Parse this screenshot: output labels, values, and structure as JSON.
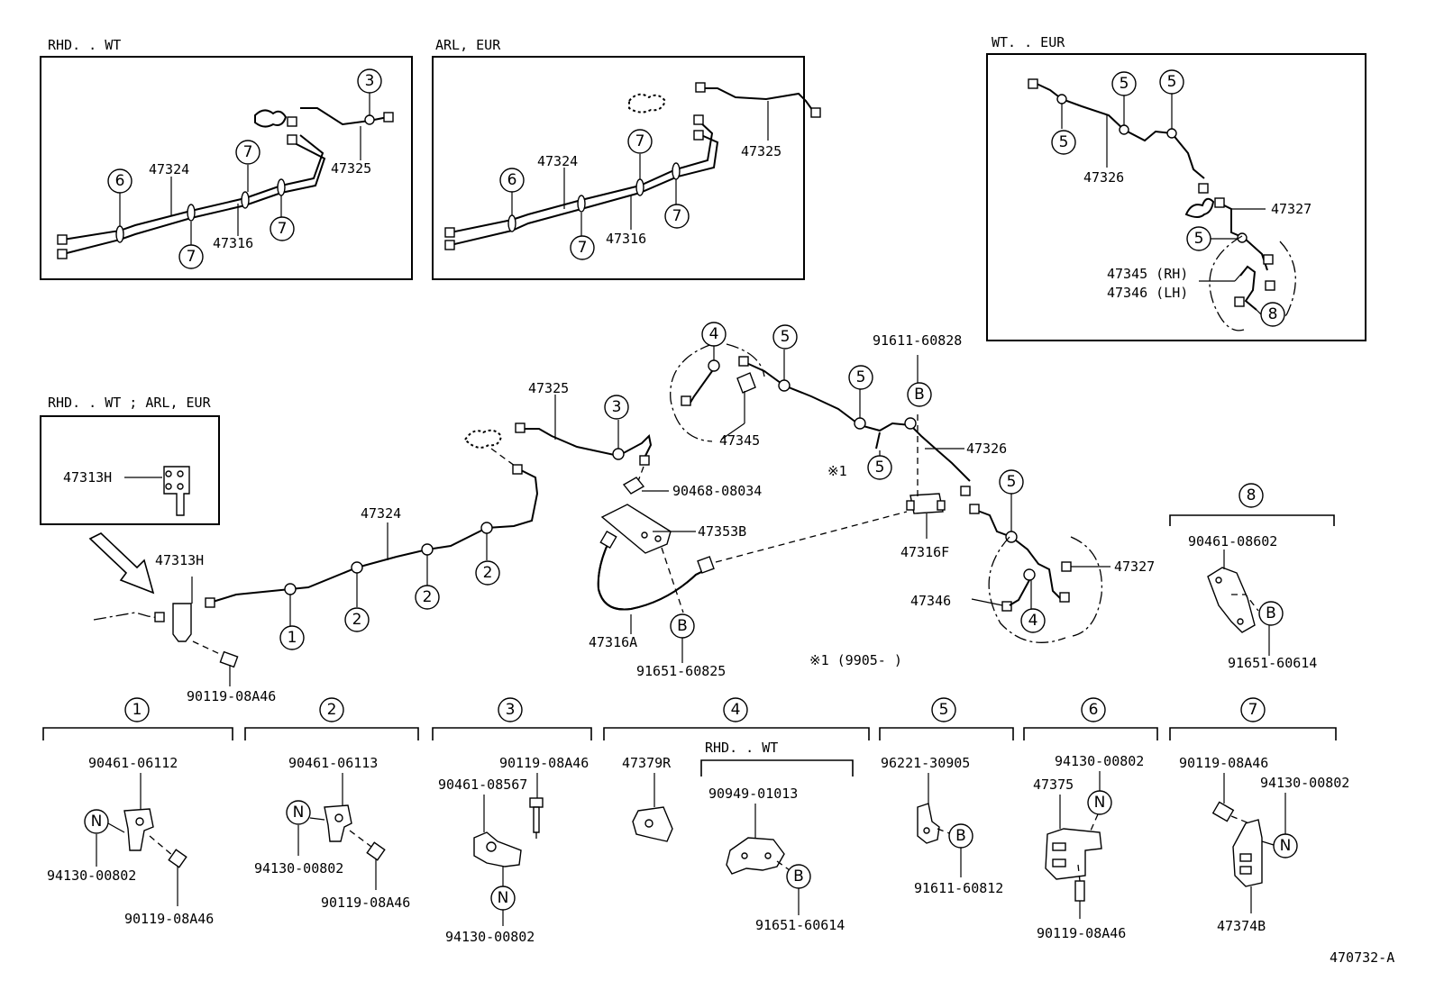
{
  "diagram_id": "470732-A",
  "inset_titles": {
    "rhd_wt": "RHD. . WT",
    "arl_eur": "ARL, EUR",
    "wt_eur": "WT. . EUR",
    "rhd_wt_arl_eur": "RHD. . WT ; ARL, EUR"
  },
  "parts": {
    "p47324": "47324",
    "p47325": "47325",
    "p47316": "47316",
    "p47326": "47326",
    "p47327": "47327",
    "p47345_rh": "47345 (RH)",
    "p47346_lh": "47346 (LH)",
    "p47345": "47345",
    "p47346": "47346",
    "p47313h": "47313H",
    "p90119_08a46": "90119-08A46",
    "p90468_08034": "90468-08034",
    "p47353b": "47353B",
    "p47316a": "47316A",
    "p91651_60825": "91651-60825",
    "p91611_60828": "91611-60828",
    "p47316f": "47316F",
    "p90461_08602": "90461-08602",
    "p91651_60614": "91651-60614",
    "note_mark": "※1",
    "note_text": "※1 (9905-       )"
  },
  "callouts": {
    "c1": "1",
    "c2": "2",
    "c3": "3",
    "c4": "4",
    "c5": "5",
    "c6": "6",
    "c7": "7",
    "c8": "8",
    "cB": "B",
    "cN": "N"
  },
  "legend": {
    "g1": {
      "top": "90461-06112",
      "bottom1": "94130-00802",
      "bottom2": "90119-08A46"
    },
    "g2": {
      "top": "90461-06113",
      "bottom1": "94130-00802",
      "bottom2": "90119-08A46"
    },
    "g3": {
      "top1": "90119-08A46",
      "top2": "90461-08567",
      "bottom": "94130-00802"
    },
    "g4": {
      "left": "47379R",
      "sub": "RHD. . WT",
      "top": "90949-01013",
      "bottom": "91651-60614"
    },
    "g5": {
      "top": "96221-30905",
      "bottom": "91611-60812"
    },
    "g6": {
      "top1": "94130-00802",
      "top2": "47375",
      "bottom": "90119-08A46"
    },
    "g7": {
      "top1": "90119-08A46",
      "top2": "94130-00802",
      "bottom": "47374B"
    }
  }
}
